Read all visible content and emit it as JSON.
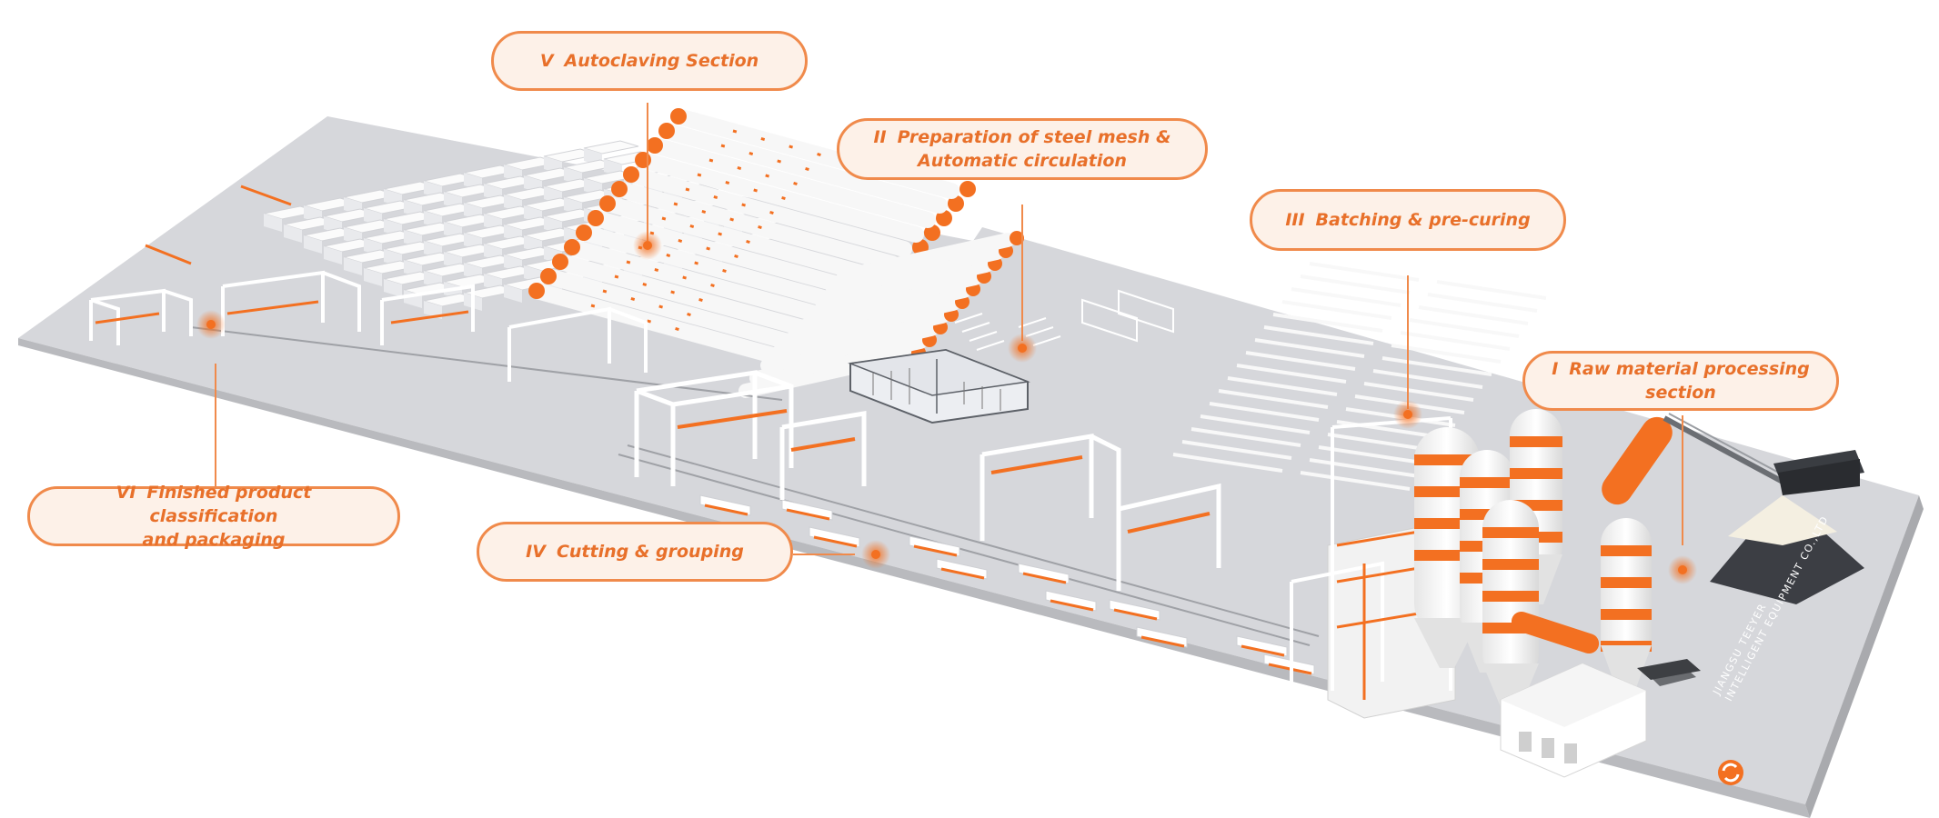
{
  "sections": [
    {
      "numeral": "V",
      "line1": "Autoclaving Section",
      "line2": ""
    },
    {
      "numeral": "II",
      "line1": "Preparation of steel mesh &",
      "line2": "Automatic circulation"
    },
    {
      "numeral": "III",
      "line1": "Batching & pre-curing",
      "line2": ""
    },
    {
      "numeral": "I",
      "line1": "Raw material processing",
      "line2": "section"
    },
    {
      "numeral": "VI",
      "line1": "Finished product classification",
      "line2": "and packaging"
    },
    {
      "numeral": "IV",
      "line1": "Cutting & grouping",
      "line2": ""
    }
  ],
  "company": {
    "line1": "JIANGSU TEEYER",
    "line2": "INTELLIGENT EQUIPMENT CO.,LTD"
  },
  "colors": {
    "accent": "#f08a4b",
    "accent_text": "#e8702a",
    "label_fill": "#fdf1e8",
    "floor": "#d7d8dc",
    "floor_edge": "#b8b9bd",
    "machine_white": "#fafafa",
    "machine_orange": "#f37021"
  },
  "logo_icon": "teeyer-logo-icon"
}
